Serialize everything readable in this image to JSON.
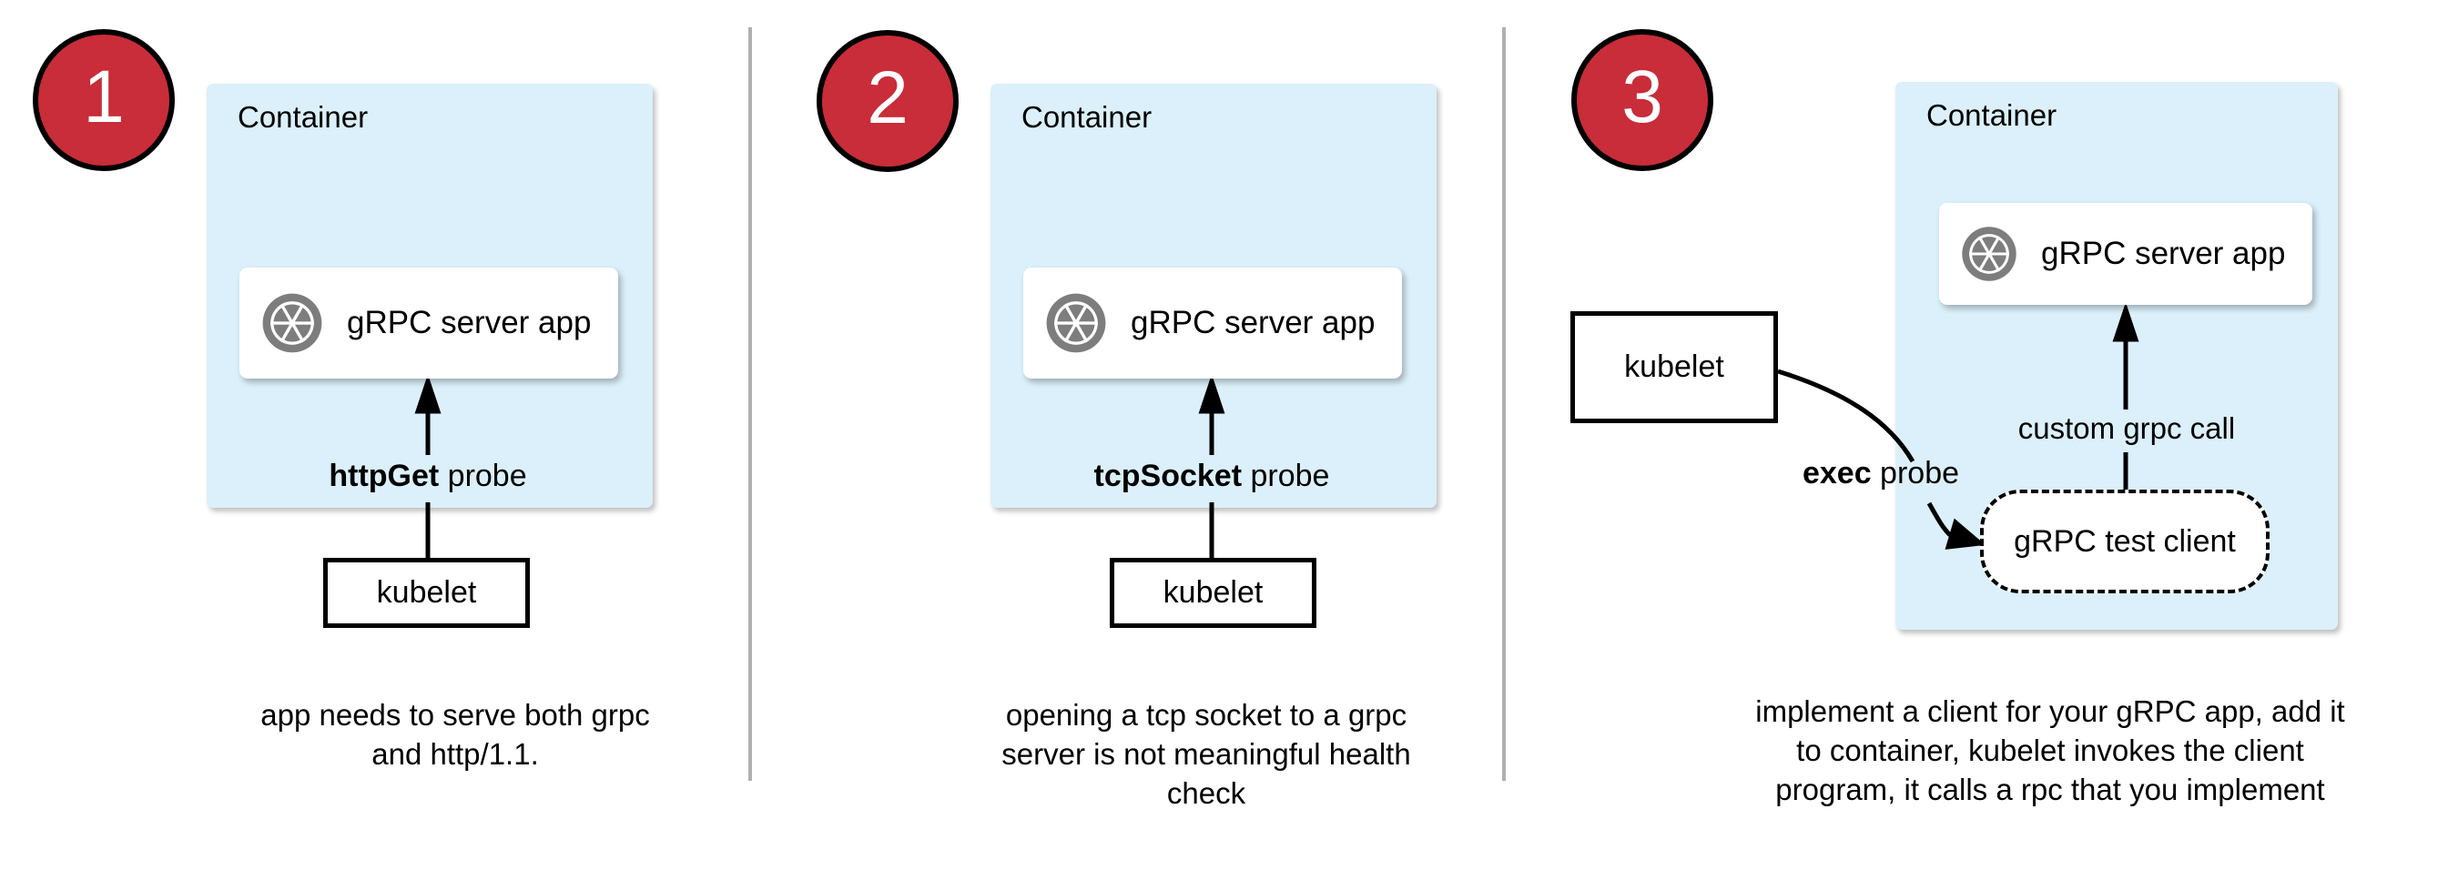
{
  "colors": {
    "badge_red": "#C82D39",
    "container_blue": "#DBF0FA",
    "divider_gray": "#B0B0B0",
    "icon_gray": "#7D7D7D",
    "arrow_black": "#000000"
  },
  "icons": {
    "app_icon": "camera-aperture-icon"
  },
  "panels": [
    {
      "number": "1",
      "container_label": "Container",
      "app_label": "gRPC server app",
      "probe_label_bold": "httpGet",
      "probe_label_rest": " probe",
      "kubelet_label": "kubelet",
      "caption_lines": [
        "app needs to serve both grpc",
        "and http/1.1."
      ]
    },
    {
      "number": "2",
      "container_label": "Container",
      "app_label": "gRPC server app",
      "probe_label_bold": "tcpSocket",
      "probe_label_rest": " probe",
      "kubelet_label": "kubelet",
      "caption_lines": [
        "opening a tcp socket to a grpc",
        "server is not meaningful health",
        "check"
      ]
    },
    {
      "number": "3",
      "container_label": "Container",
      "app_label": "gRPC server app",
      "probe_label_bold": "exec",
      "probe_label_rest": " probe",
      "kubelet_label": "kubelet",
      "call_label": "custom grpc call",
      "client_label": "gRPC test client",
      "caption_lines": [
        "implement a client for your gRPC app, add it",
        "to container, kubelet invokes the client",
        "program, it calls a rpc that you implement"
      ]
    }
  ]
}
